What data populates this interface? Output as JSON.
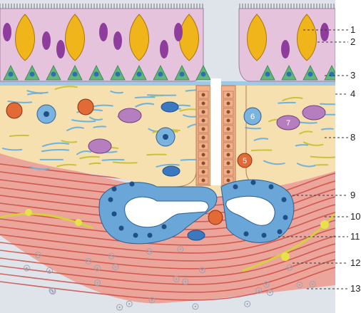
{
  "diagram": {
    "labels": [
      {
        "id": "1",
        "text": "1"
      },
      {
        "id": "2",
        "text": "2"
      },
      {
        "id": "3",
        "text": "3"
      },
      {
        "id": "4",
        "text": "4"
      },
      {
        "id": "8",
        "text": "8"
      },
      {
        "id": "9",
        "text": "9"
      },
      {
        "id": "10",
        "text": "10"
      },
      {
        "id": "11",
        "text": "11"
      },
      {
        "id": "12",
        "text": "12"
      },
      {
        "id": "13",
        "text": "13"
      }
    ],
    "inline_marks": [
      {
        "id": "5",
        "text": "5"
      },
      {
        "id": "6",
        "text": "6"
      },
      {
        "id": "7",
        "text": "7"
      }
    ],
    "colors": {
      "epithelium_bg": "#e6c3dc",
      "goblet_cell": "#f1b51c",
      "nucleus": "#8e3d9c",
      "basal_cell": "#5fb77a",
      "lamina_propria": "#f6e0b0",
      "fiber_blue": "#6fb3dd",
      "fiber_yellow": "#c9c23a",
      "muscle": "#e5837a",
      "gland": "#6aa6d8",
      "duct": "#f2b08a",
      "submucosa": "#dfe3ea"
    }
  }
}
